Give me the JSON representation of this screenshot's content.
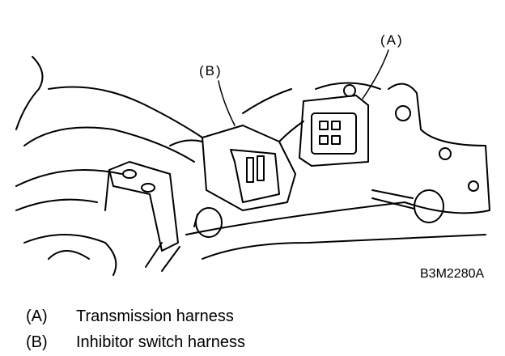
{
  "callouts": {
    "a": "(A)",
    "b": "(B)"
  },
  "figure_code": "B3M2280A",
  "legend": [
    {
      "key": "(A)",
      "text": "Transmission harness"
    },
    {
      "key": "(B)",
      "text": "Inhibitor switch harness"
    }
  ]
}
